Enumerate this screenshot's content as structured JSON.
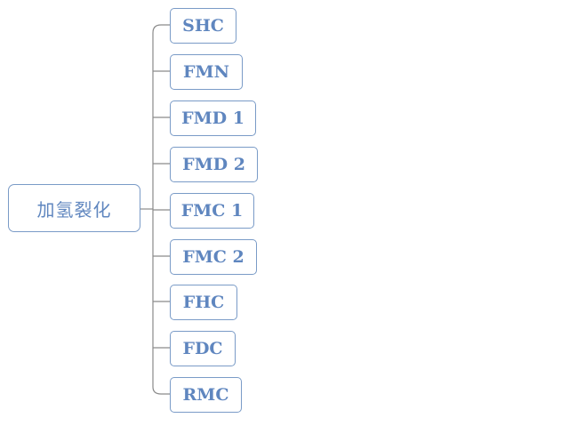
{
  "root": {
    "label": "加氢裂化"
  },
  "children": [
    {
      "label": "SHC"
    },
    {
      "label": "FMN"
    },
    {
      "label": "FMD 1"
    },
    {
      "label": "FMD 2"
    },
    {
      "label": "FMC 1"
    },
    {
      "label": "FMC 2"
    },
    {
      "label": "FHC"
    },
    {
      "label": "FDC"
    },
    {
      "label": "RMC"
    }
  ],
  "colors": {
    "node_border": "#7a9bc7",
    "node_text": "#5f86bf",
    "connector": "#8a8a8a",
    "background": "#ffffff"
  }
}
